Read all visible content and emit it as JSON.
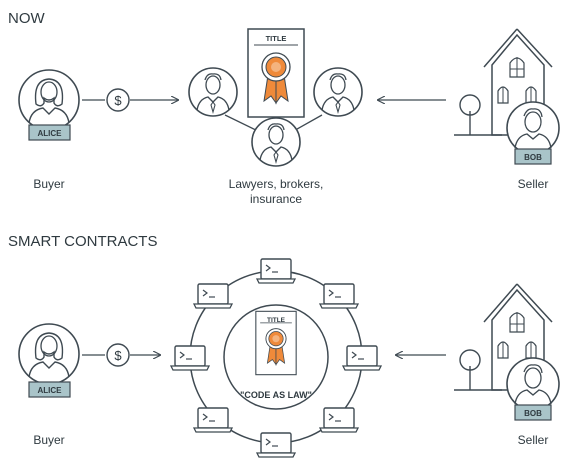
{
  "sections": {
    "now": {
      "title": "NOW",
      "buyer_badge": "ALICE",
      "buyer_label": "Buyer",
      "dollar": "$",
      "title_doc": "TITLE",
      "intermediaries_line1": "Lawyers, brokers,",
      "intermediaries_line2": "insurance",
      "seller_badge": "BOB",
      "seller_label": "Seller"
    },
    "smart": {
      "title": "SMART CONTRACTS",
      "buyer_badge": "ALICE",
      "buyer_label": "Buyer",
      "dollar": "$",
      "title_doc": "TITLE",
      "code_as_law": "\"CODE AS LAW\"",
      "seller_badge": "BOB",
      "seller_label": "Seller"
    }
  },
  "icons": {
    "laptop_prompt": ">_"
  },
  "colors": {
    "stroke": "#3f4a52",
    "badge_fill": "#a9c4c9",
    "medal_orange": "#ef8a3a",
    "text": "#2f3a40"
  }
}
